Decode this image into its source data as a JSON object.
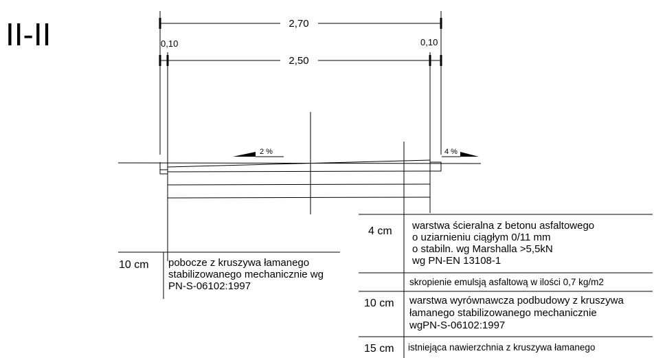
{
  "section_title": "II-II",
  "dimensions": {
    "overall_width": "2,70",
    "carriageway_width": "2,50",
    "left_shoulder": "0,10",
    "right_shoulder": "0,10"
  },
  "slopes": {
    "left": "2 %",
    "right": "4 %"
  },
  "shoulder_layer": {
    "thickness": "10 cm",
    "description_lines": [
      "pobocze z kruszywa łamanego",
      "stabilizowanego mechanicznie wg",
      "PN-S-06102:1997"
    ]
  },
  "pavement_layers": [
    {
      "thickness": "4 cm",
      "description_lines": [
        "warstwa ścieralna z betonu asfaltowego",
        "o uziarnieniu ciągłym 0/11 mm",
        "o stabiln. wg Marshalla >5,5kN",
        "wg PN-EN 13108-1"
      ]
    },
    {
      "thickness": "",
      "description_lines": [
        "skropienie emulsją asfaltową w ilości 0,7 kg/m2"
      ]
    },
    {
      "thickness": "10 cm",
      "description_lines": [
        "warstwa wyrównawcza podbudowy z kruszywa",
        "łamanego stabilizowanego mechanicznie",
        "wgPN-S-06102:1997"
      ]
    },
    {
      "thickness": "15 cm",
      "description_lines": [
        "istniejąca nawierzchnia z kruszywa łamanego"
      ]
    }
  ]
}
